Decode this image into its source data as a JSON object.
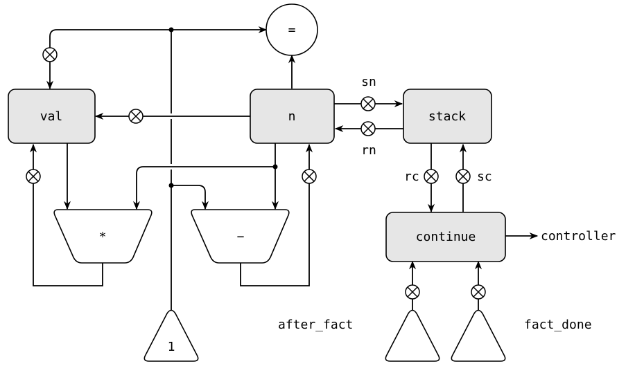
{
  "registers": {
    "val": "val",
    "n": "n",
    "stack": "stack",
    "continue": "continue"
  },
  "operations": {
    "test": "=",
    "multiply": "*",
    "subtract": "−"
  },
  "constants": {
    "one": "1",
    "after_fact": "after_fact",
    "fact_done": "fact_done"
  },
  "labels": {
    "sn": "sn",
    "rn": "rn",
    "rc": "rc",
    "sc": "sc",
    "controller": "controller"
  }
}
